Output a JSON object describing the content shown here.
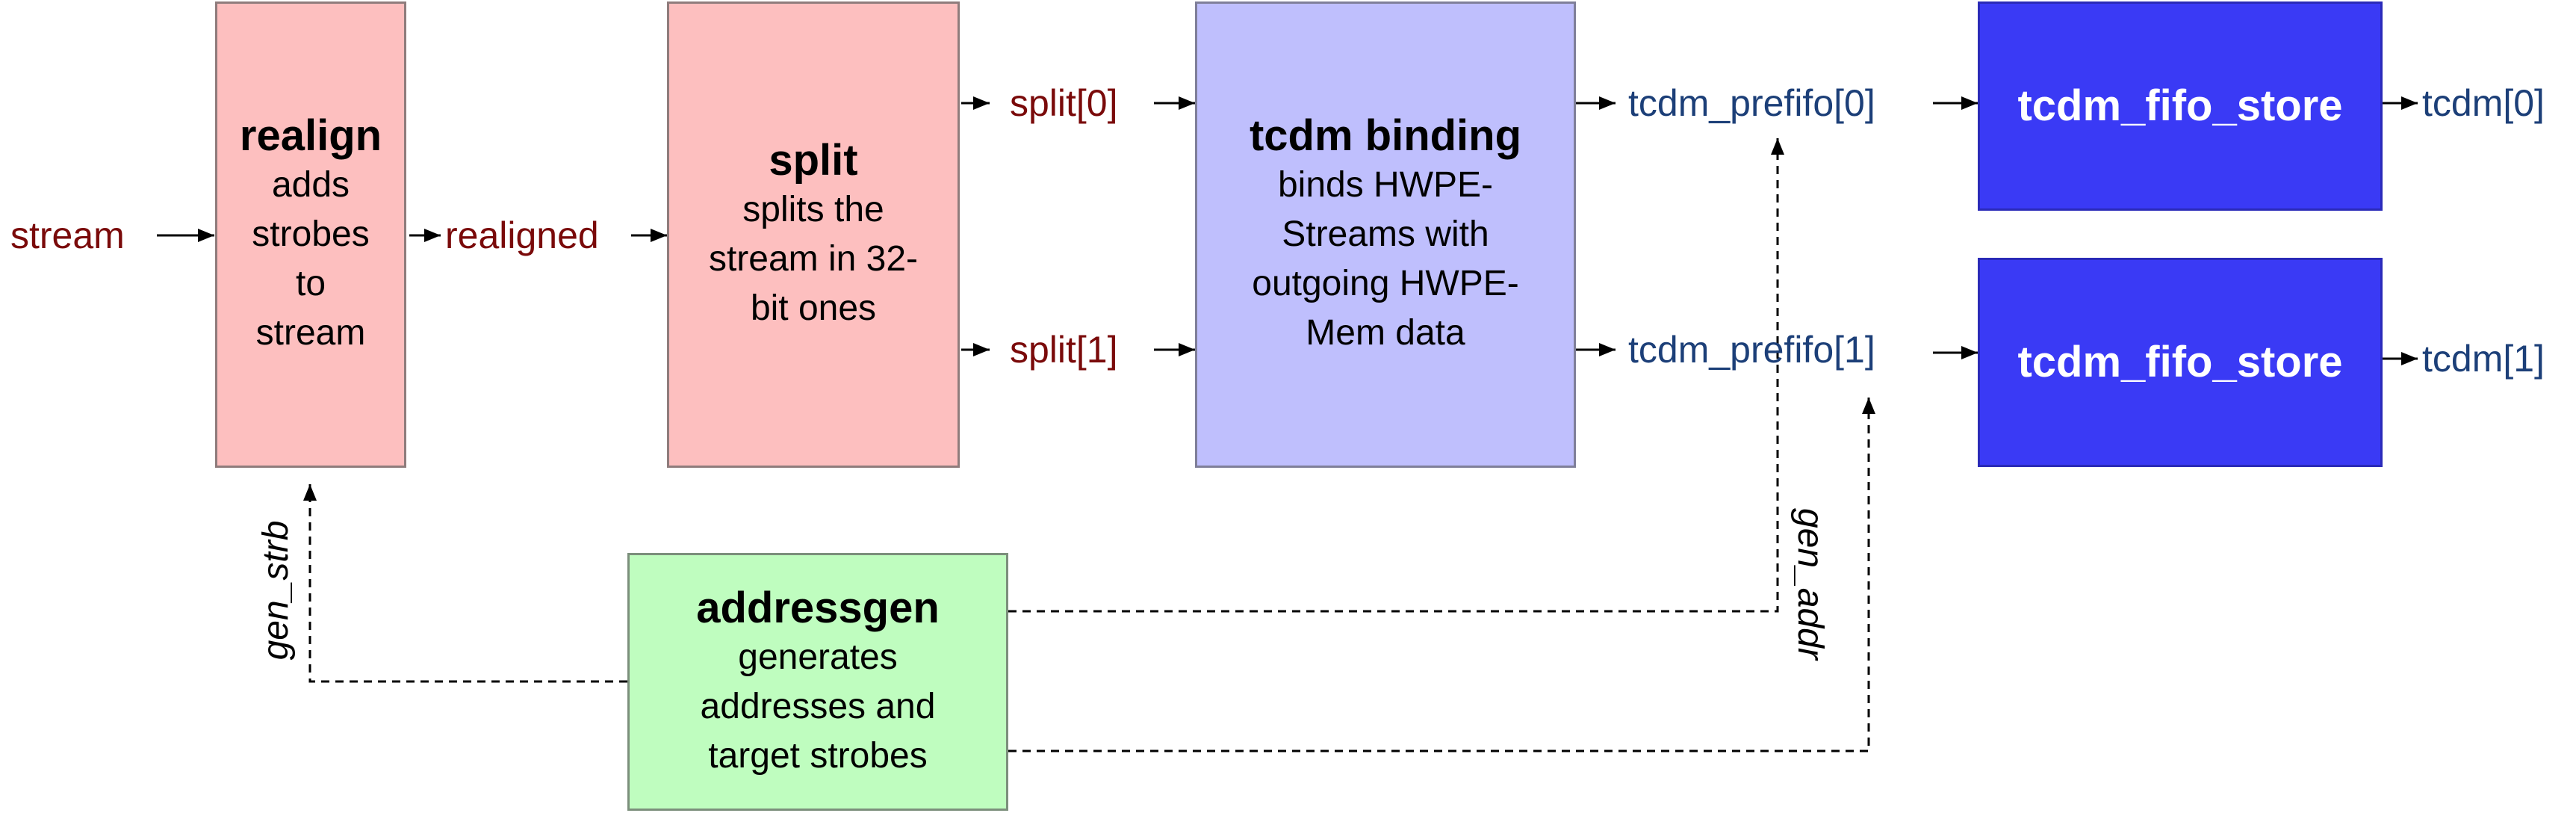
{
  "blocks": {
    "realign": {
      "title": "realign",
      "desc": "adds strobes to stream"
    },
    "split": {
      "title": "split",
      "desc": "splits the stream in 32-bit ones"
    },
    "tcdm_binding": {
      "title": "tcdm binding",
      "desc": "binds HWPE-Streams with outgoing HWPE-Mem data"
    },
    "fifo0": {
      "title": "tcdm_fifo_store"
    },
    "fifo1": {
      "title": "tcdm_fifo_store"
    },
    "addressgen": {
      "title": "addressgen",
      "desc": "generates addresses and target strobes"
    }
  },
  "signals": {
    "stream": "stream",
    "realigned": "realigned",
    "split0": "split[0]",
    "split1": "split[1]",
    "prefifo0": "tcdm_prefifo[0]",
    "prefifo1": "tcdm_prefifo[1]",
    "tcdm0": "tcdm[0]",
    "tcdm1": "tcdm[1]",
    "gen_strb": "gen_strb",
    "gen_addr": "gen_addr"
  },
  "colors": {
    "stream_text": "#7a0a0a",
    "mem_text": "#1c3f78",
    "realign_split_fill": "#fdbfbf",
    "binding_fill": "#bfbffd",
    "fifo_fill": "#3a3af5",
    "addressgen_fill": "#bffdbf"
  }
}
